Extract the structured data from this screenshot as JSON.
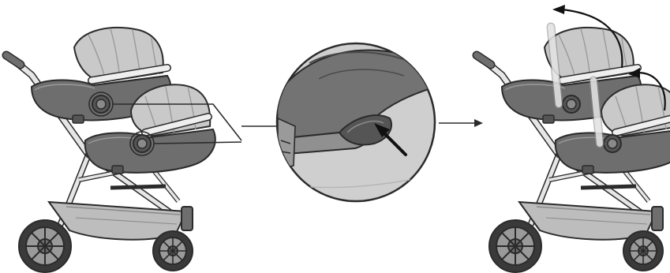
{
  "figure": {
    "panels": [
      "stroller-with-two-car-seats",
      "zoomed-release-button",
      "stroller-handles-rotating"
    ],
    "colors": {
      "outline": "#2b2b2b",
      "frame_light": "#e6e6e6",
      "fabric_dark": "#6e6e6e",
      "fabric_mid": "#9a9a9a",
      "canopy": "#c9c9c9",
      "canopy_light": "#dcdcdc",
      "tire": "#3a3a3a",
      "zoom_bg": "#cfcfcf",
      "zoom_dark": "#737373",
      "ghost_handle": "#f2f2f2",
      "arrow": "#111111"
    },
    "icons": [
      "release-button-pointer-arrow",
      "handle-rotation-arrow",
      "process-flow-arrow"
    ]
  }
}
